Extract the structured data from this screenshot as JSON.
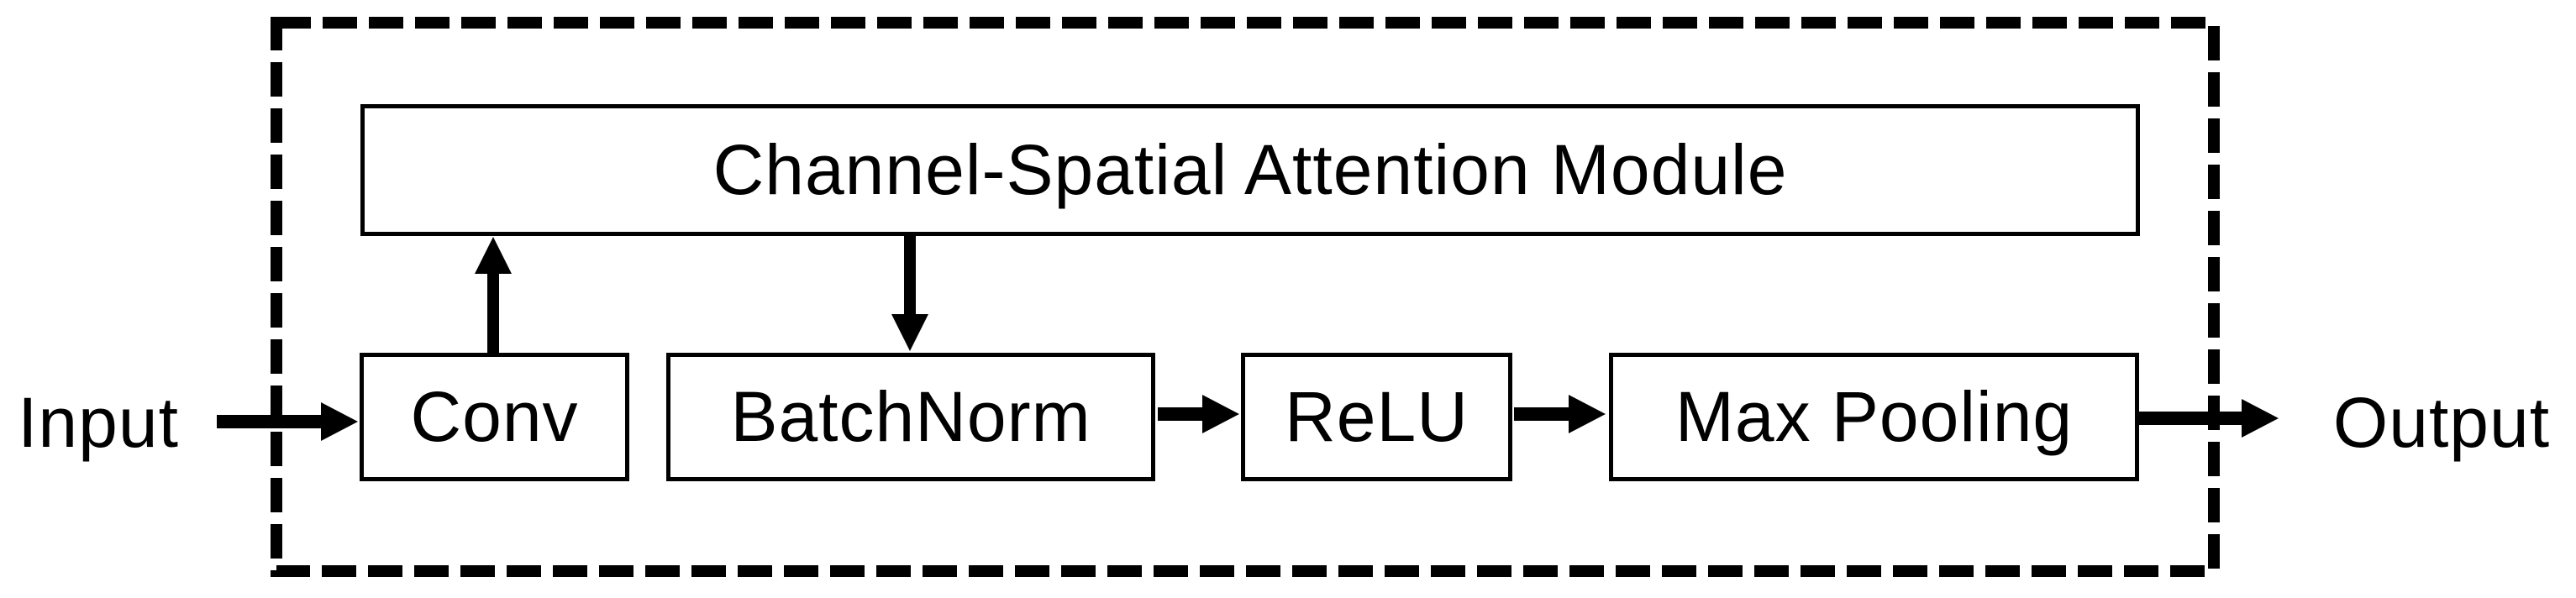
{
  "diagram": {
    "background": "#ffffff",
    "stroke_color": "#000000",
    "attention_module": {
      "label": "Channel-Spatial Attention Module"
    },
    "io": {
      "input_label": "Input",
      "output_label": "Output"
    },
    "pipeline": [
      {
        "id": "conv",
        "label": "Conv"
      },
      {
        "id": "batchnorm",
        "label": "BatchNorm"
      },
      {
        "id": "relu",
        "label": "ReLU"
      },
      {
        "id": "maxpool",
        "label": "Max Pooling"
      }
    ]
  }
}
